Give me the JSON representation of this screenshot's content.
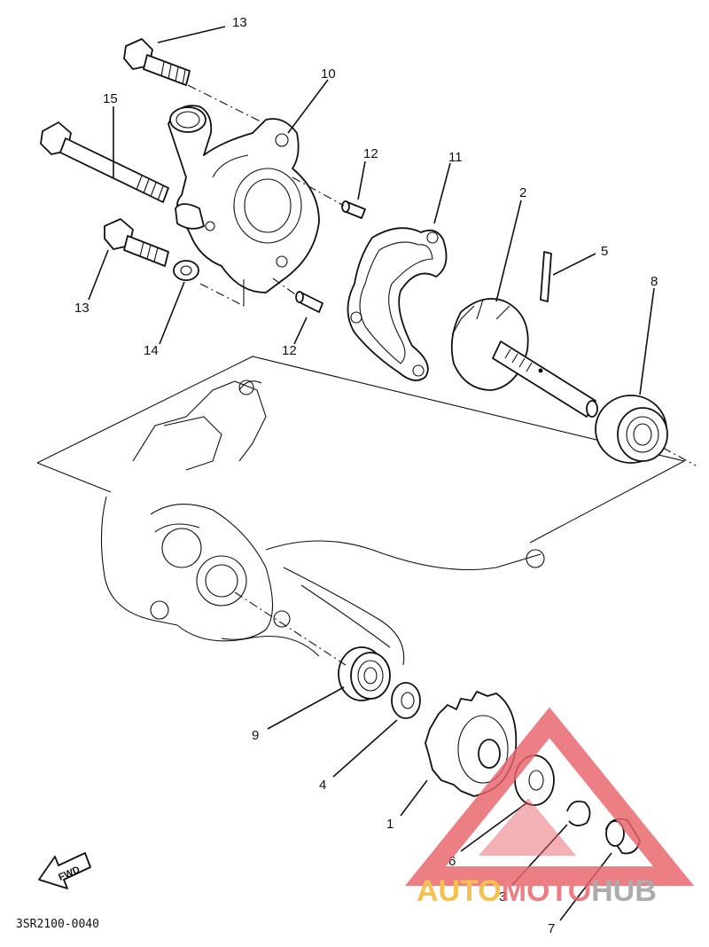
{
  "callouts": {
    "c1": "1",
    "c2": "2",
    "c3": "3",
    "c4": "4",
    "c5": "5",
    "c6": "6",
    "c7": "7",
    "c8": "8",
    "c9": "9",
    "c10": "10",
    "c11": "11",
    "c12a": "12",
    "c12b": "12",
    "c13a": "13",
    "c13b": "13",
    "c14": "14",
    "c15": "15"
  },
  "fwd_label": "FWD",
  "diagram_code": "3SR2100-0040",
  "watermark": {
    "part1": "AUTO",
    "part2": "MOTO",
    "part3": "HUB",
    "color_yellow": "#f3b32a",
    "color_red": "#e8636a",
    "color_gray": "#9a9a9a"
  }
}
